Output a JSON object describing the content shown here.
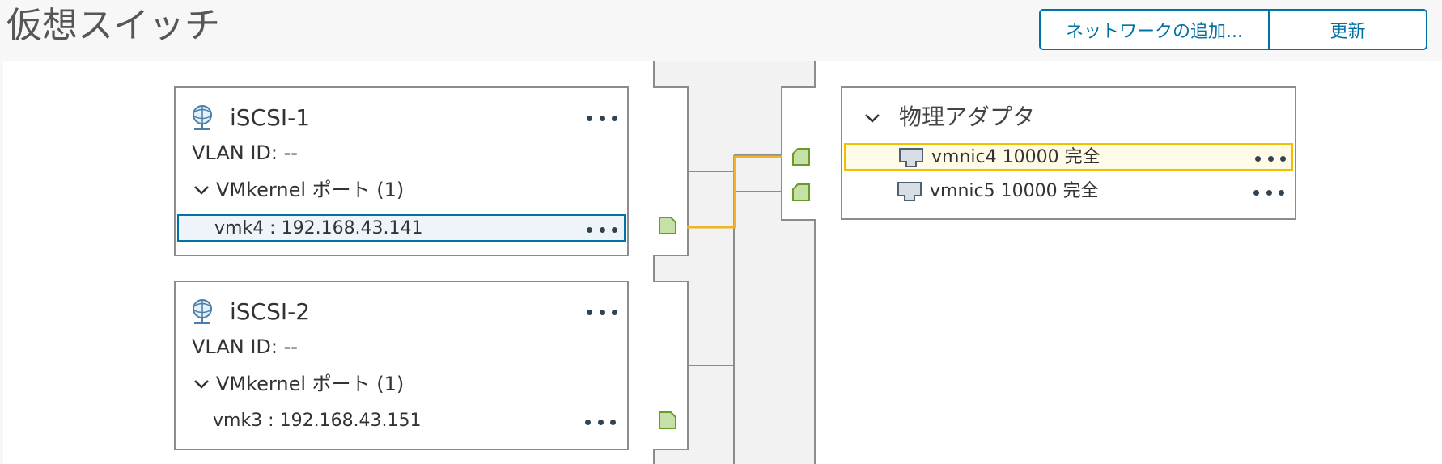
{
  "header": {
    "title": "仮想スイッチ",
    "add_network_label": "ネットワークの追加...",
    "refresh_label": "更新"
  },
  "portgroups": [
    {
      "name": "iSCSI-1",
      "vlan": "VLAN ID: --",
      "vmkernel_header": "VMkernel ポート (1)",
      "vmk_label": "vmk4 : 192.168.43.141",
      "selected": true
    },
    {
      "name": "iSCSI-2",
      "vlan": "VLAN ID: --",
      "vmkernel_header": "VMkernel ポート (1)",
      "vmk_label": "vmk3 : 192.168.43.151",
      "selected": false
    }
  ],
  "physical_adapters": {
    "title": "物理アダプタ",
    "items": [
      {
        "label": "vmnic4 10000 完全",
        "selected": true
      },
      {
        "label": "vmnic5 10000 完全",
        "selected": false
      }
    ]
  },
  "icons": [
    "portgroup-globe-icon",
    "more-actions-icon",
    "chevron-down-icon",
    "nic-icon",
    "port-icon"
  ],
  "colors": {
    "accent": "#0072a3",
    "highlight_path": "#f0b429",
    "port_fill": "#c5e1a5",
    "port_stroke": "#6a9a2a",
    "selected_nic_bg": "#fffbe6",
    "selected_vmk_bg": "#eef4f9"
  }
}
